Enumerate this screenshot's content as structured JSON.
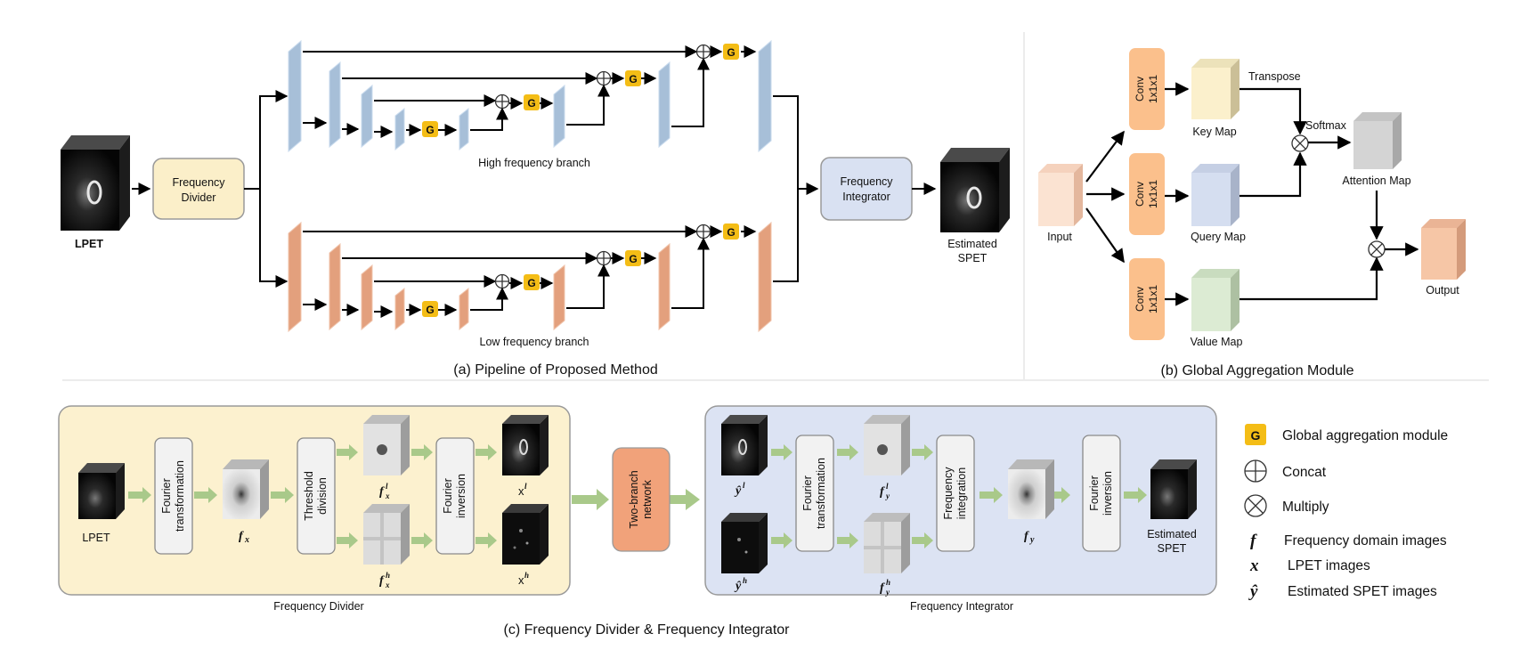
{
  "pipeline": {
    "caption": "(a) Pipeline of Proposed Method",
    "input_label": "LPET",
    "frequency_divider": [
      "Frequency",
      "Divider"
    ],
    "frequency_integrator": [
      "Frequency",
      "Integrator"
    ],
    "output_label": [
      "Estimated",
      "SPET"
    ],
    "high_branch_label": "High frequency branch",
    "low_branch_label": "Low frequency branch",
    "g_label": "G",
    "colors": {
      "high_block": "#a7bfd8",
      "low_block": "#e3a07d",
      "g_box": "#f4bd16",
      "divider_fill": "#fbefc9",
      "integrator_fill": "#d9e1f2"
    }
  },
  "gam": {
    "caption": "(b) Global Aggregation Module",
    "input_label": "Input",
    "conv_label": [
      "Conv",
      "1x1x1"
    ],
    "key_label": "Key Map",
    "query_label": "Query Map",
    "value_label": "Value Map",
    "transpose_label": "Transpose",
    "softmax_label": "Softmax",
    "attention_label": "Attention Map",
    "output_label": "Output",
    "colors": {
      "conv": "#fbc08c",
      "input": "#fbe3d2",
      "key": "#fbf0cc",
      "query": "#d5def0",
      "value": "#dcebd3",
      "attention": "#d4d4d4",
      "output": "#f6c6a6"
    }
  },
  "divint": {
    "caption": "(c) Frequency Divider & Frequency Integrator",
    "divider_caption": "Frequency Divider",
    "integrator_caption": "Frequency Integrator",
    "lpet_label": "LPET",
    "fourier_transformation": [
      "Fourier",
      "transformation"
    ],
    "threshold_division": [
      "Threshold",
      "division"
    ],
    "fourier_inversion": [
      "Fourier",
      "inversion"
    ],
    "frequency_integration": [
      "Frequency",
      "integration"
    ],
    "two_branch": [
      "Two-branch",
      "network"
    ],
    "fx": "f",
    "fx_sub": "x",
    "fxl": "f",
    "fxh": "f",
    "xl": "x",
    "xh": "x",
    "yl": "ŷ",
    "yh": "ŷ",
    "fyl": "f",
    "fyh": "f",
    "fy": "f",
    "fy_sub": "y",
    "sup_l": "l",
    "sup_h": "h",
    "estimated_spet": [
      "Estimated",
      "SPET"
    ],
    "colors": {
      "divider_bg": "#fcf1cf",
      "integrator_bg": "#dce3f3",
      "two_branch": "#f1a27a",
      "arrow": "#a9c98a"
    }
  },
  "legend": {
    "g_label": "G",
    "g_text": "Global aggregation module",
    "concat_text": "Concat",
    "multiply_text": "Multiply",
    "f_symbol": "f",
    "f_text": "Frequency domain images",
    "x_symbol": "x",
    "x_text": "LPET images",
    "y_symbol": "ŷ",
    "y_text": "Estimated SPET images"
  }
}
